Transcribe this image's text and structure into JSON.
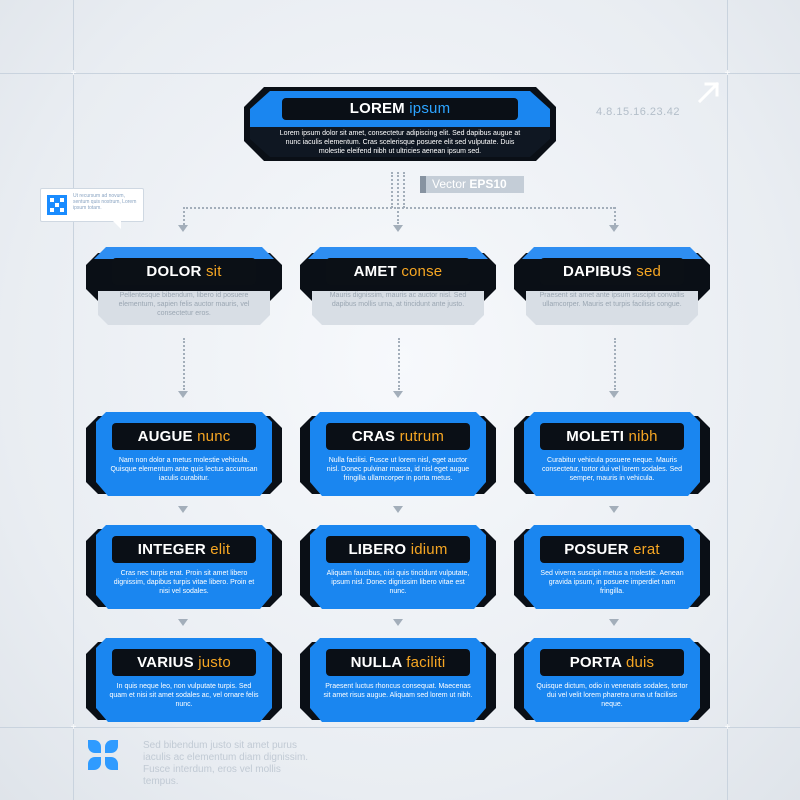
{
  "colors": {
    "accent_blue": "#1a86f0",
    "dark": "#0a0f16",
    "orange": "#f6a623",
    "guide": "#c9d3de"
  },
  "header": {
    "serial": "4.8.15.16.23.42",
    "vector_label_prefix": "Vector ",
    "vector_label_bold": "EPS10"
  },
  "callout": {
    "text": "Ut recursum ad novum, sentum quis nostrum, Lorem ipsum totam."
  },
  "footer": {
    "text": "Sed bibendum justo sit amet purus iaculis ac elementum diam dignissim. Fusce interdum, eros vel mollis tempus."
  },
  "root": {
    "title_main": "LOREM",
    "title_sub": "ipsum",
    "body": "Lorem ipsum dolor sit amet, consectetur adipiscing elit. Sed dapibus augue at nunc iaculis elementum. Cras scelerisque posuere elit sed vulputate. Duis molestie eleifend nibh ut ultricies aenean ipsum sed."
  },
  "level1": [
    {
      "title_main": "DOLOR",
      "title_sub": "sit",
      "body": "Pellentesque bibendum, libero id posuere elementum, sapien felis auctor mauris, vel consectetur eros."
    },
    {
      "title_main": "AMET",
      "title_sub": "conse",
      "body": "Mauris dignissim, mauris ac auctor nisl. Sed dapibus mollis urna, at tincidunt ante justo."
    },
    {
      "title_main": "DAPIBUS",
      "title_sub": "sed",
      "body": "Praesent sit amet ante ipsum suscipit convallis ullamcorper. Mauris et turpis facilisis congue."
    }
  ],
  "level2": [
    {
      "title_main": "AUGUE",
      "title_sub": "nunc",
      "body": "Nam non dolor a metus molestie vehicula. Quisque elementum ante quis lectus accumsan iaculis curabitur."
    },
    {
      "title_main": "CRAS",
      "title_sub": "rutrum",
      "body": "Nulla facilisi. Fusce ut lorem nisl, eget auctor nisl. Donec pulvinar massa, id nisl eget augue fringilla ullamcorper in porta metus."
    },
    {
      "title_main": "MOLETI",
      "title_sub": "nibh",
      "body": "Curabitur vehicula posuere neque. Mauris consectetur, tortor dui vel lorem sodales. Sed semper, mauris in vehicula."
    }
  ],
  "level3": [
    {
      "title_main": "INTEGER",
      "title_sub": "elit",
      "body": "Cras nec turpis erat. Proin sit amet libero dignissim, dapibus turpis vitae libero. Proin et nisi vel sodales."
    },
    {
      "title_main": "LIBERO",
      "title_sub": "idium",
      "body": "Aliquam faucibus, nisi quis tincidunt vulputate, ipsum nisl. Donec dignissim libero vitae est nunc."
    },
    {
      "title_main": "POSUER",
      "title_sub": "erat",
      "body": "Sed viverra suscipit metus a molestie. Aenean gravida ipsum, in posuere imperdiet nam fringilla."
    }
  ],
  "level4": [
    {
      "title_main": "VARIUS",
      "title_sub": "justo",
      "body": "In quis neque leo, non vulputate turpis. Sed quam et nisi sit amet sodales ac, vel ornare felis nunc."
    },
    {
      "title_main": "NULLA",
      "title_sub": "faciliti",
      "body": "Praesent luctus rhoncus consequat. Maecenas sit amet risus augue. Aliquam sed lorem ut nibh."
    },
    {
      "title_main": "PORTA",
      "title_sub": "duis",
      "body": "Quisque dictum, odio in venenatis sodales, tortor dui vel velit lorem pharetra urna ut facilisis neque."
    }
  ]
}
